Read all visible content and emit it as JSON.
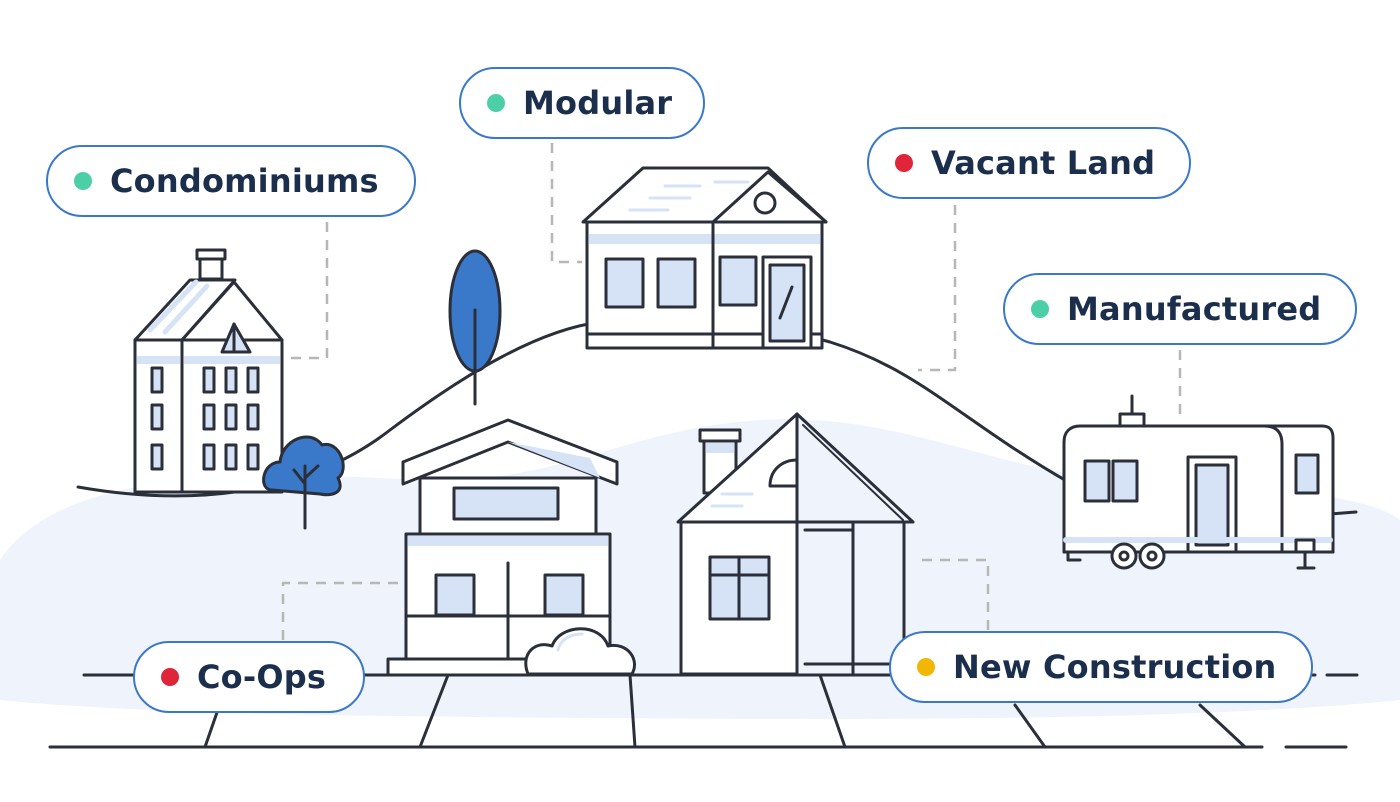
{
  "colors": {
    "outline": "#2b2f3a",
    "pill_border": "#3a78c9",
    "label_text": "#1b2f4d",
    "ground_tint": "#eef3fc",
    "window_fill": "#d6e3f6",
    "tree_blue": "#3a78c9",
    "dot_green": "#4ccfa6",
    "dot_red": "#e0243a",
    "dot_yellow": "#f2b705",
    "connector": "#b7b7b7"
  },
  "labels": {
    "condominiums": {
      "text": "Condominiums",
      "dot": "#4ccfa6"
    },
    "modular": {
      "text": "Modular",
      "dot": "#4ccfa6"
    },
    "vacant_land": {
      "text": "Vacant Land",
      "dot": "#e0243a"
    },
    "manufactured": {
      "text": "Manufactured",
      "dot": "#4ccfa6"
    },
    "co_ops": {
      "text": "Co-Ops",
      "dot": "#e0243a"
    },
    "new_construction": {
      "text": "New Construction",
      "dot": "#f2b705"
    }
  }
}
